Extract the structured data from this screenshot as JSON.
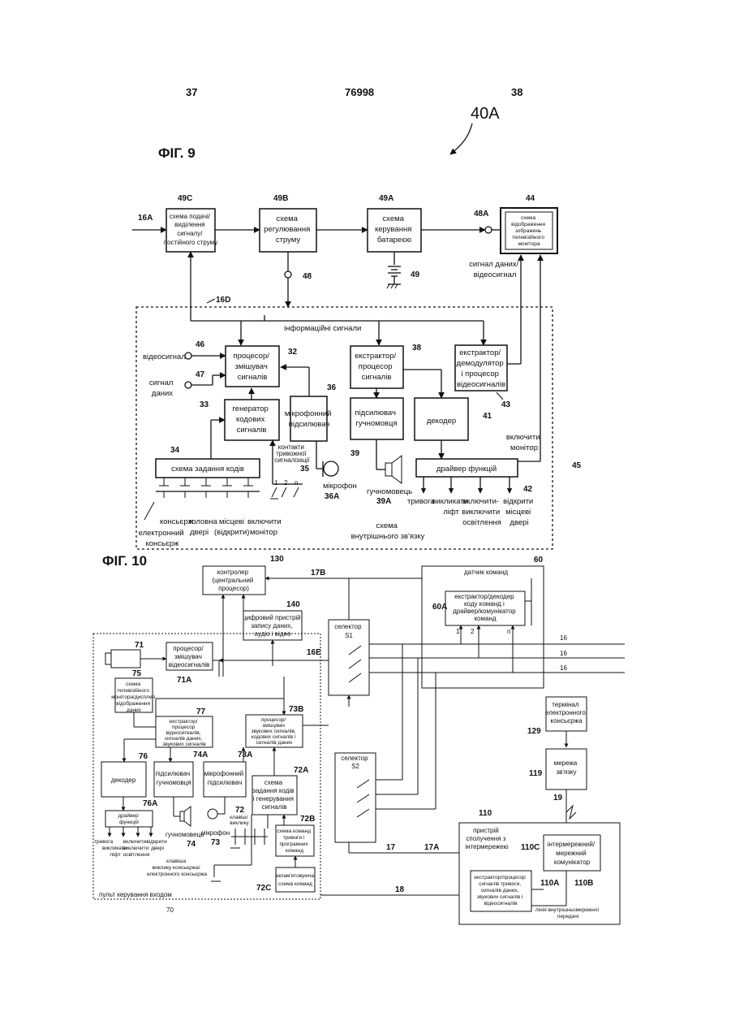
{
  "header": {
    "page_left": "37",
    "patent_no": "76998",
    "page_right": "38",
    "figure_ref": "40A"
  },
  "fig9": {
    "title": "ФІГ. 9",
    "refs": {
      "r49C": "49C",
      "r49B": "49B",
      "r49A": "49A",
      "r44": "44",
      "r16A": "16A",
      "r48A": "48A",
      "r48": "48",
      "r49": "49",
      "r16D": "16D",
      "r46": "46",
      "r32": "32",
      "r47": "47",
      "r38": "38",
      "r36": "36",
      "r33": "33",
      "r43": "43",
      "r41": "41",
      "r34": "34",
      "r39": "39",
      "r35": "35",
      "r36A": "36A",
      "r39A": "39A",
      "r42": "42",
      "r45": "45"
    },
    "boxes": {
      "b49C": [
        "схема подачі/",
        "виділення",
        "сигналу/",
        "постійного струму"
      ],
      "b49B": [
        "схема",
        "регулювання",
        "струму"
      ],
      "b49A": [
        "схема",
        "керування",
        "батареєю"
      ],
      "b44": [
        "схема",
        "відображення",
        "зображень",
        "телевізійного",
        "монітора"
      ],
      "b32": [
        "процесор/",
        "змішувач",
        "сигналів"
      ],
      "b38": [
        "екстрактор/",
        "процесор",
        "сигналів"
      ],
      "b43": [
        "екстрактор/",
        "демодулятор",
        "і процесор",
        "відеосигналів"
      ],
      "b33": [
        "генератор",
        "кодових",
        "сигналів"
      ],
      "b36": [
        "мікрофонний",
        "підсилювач"
      ],
      "b39amp": [
        "підсилювач",
        "гучномовця"
      ],
      "b41": [
        "декодер"
      ],
      "b34": [
        "схема задання кодів"
      ],
      "b42": [
        "драйвер функцій"
      ]
    },
    "labels": {
      "data_video": [
        "сигнал даних/",
        "відеосигнал"
      ],
      "info_signals": "інформаційні сигнали",
      "video_signal": "відеосигнал",
      "data_signal": [
        "сигнал",
        "даних"
      ],
      "enable_monitor": [
        "включити",
        "монітор"
      ],
      "contacts": [
        "контакти",
        "тривожної",
        "сигналізації"
      ],
      "switch_nums": [
        "1",
        "2",
        "n"
      ],
      "microphone": "мікрофон",
      "speaker": "гучномовець",
      "key_labels": [
        "консьєрж",
        "головна",
        "місцеві",
        "включити"
      ],
      "key_labels2": [
        "двері",
        "(відкрити)",
        "монітор"
      ],
      "electronic_concierge": [
        "електронний",
        "консьєрж"
      ],
      "outputs": [
        "тривога",
        "викликати",
        "ліфт",
        "включити-",
        "виключити",
        "освітлення",
        "відкрити",
        "місцеві",
        "двері"
      ],
      "intercom": [
        "схема",
        "внутрішнього зв'язку"
      ]
    }
  },
  "fig10": {
    "title": "ФІГ. 10",
    "refs": {
      "r130": "130",
      "r17B": "17B",
      "r60": "60",
      "r140": "140",
      "r60A": "60A",
      "r71": "71",
      "r71A": "71A",
      "r16E": "16E",
      "r16a": "16",
      "r16b": "16",
      "r16c": "16",
      "r75": "75",
      "r77": "77",
      "r73B": "73B",
      "r74A": "74A",
      "r73A": "73A",
      "r72A": "72A",
      "r76": "76",
      "r76A": "76A",
      "r72": "72",
      "r72B": "72B",
      "r74": "74",
      "r73": "73",
      "r129": "129",
      "r119": "119",
      "r19": "19",
      "r110": "110",
      "r110C": "110C",
      "r17": "17",
      "r17A": "17A",
      "r18": "18",
      "r110A": "110A",
      "r110B": "110B",
      "r72C": "72C",
      "r70": "70"
    },
    "boxes": {
      "b130": [
        "контролер",
        "(центральний",
        "процесор)"
      ],
      "b140": [
        "цифровий пристрій",
        "запису даних,",
        "аудіо і відео"
      ],
      "bS1": [
        "селектор",
        "S1"
      ],
      "bS2": [
        "селектор",
        "S2"
      ],
      "b60A": [
        "екстрактор/декодер",
        "коду команд і",
        "драйвер/комунікатор",
        "команд"
      ],
      "b71A": [
        "процесор/",
        "змішувач",
        "відеосигналів"
      ],
      "b75": [
        "схема",
        "телевізійного",
        "монітора/дисплея",
        "відображення",
        "даних"
      ],
      "b77": [
        "екстрактор/",
        "процесор",
        "відеосигналів,",
        "сигналів даних,",
        "звукових сигналів"
      ],
      "b73B": [
        "процесор/",
        "змішувач",
        "звукових сигналів,",
        "кодових сигналів і",
        "сигналів даних"
      ],
      "b76": [
        "декодер"
      ],
      "b74A": [
        "підсилювач",
        "гучномовця"
      ],
      "b73A": [
        "мікрофонний",
        "підсилювач"
      ],
      "b72A": [
        "схема",
        "задання кодів",
        "і генерування",
        "сигналів"
      ],
      "b76A": [
        "драйвер",
        "функцій"
      ],
      "b72B": [
        "схема команд",
        "тривоги і",
        "програмних",
        "команд"
      ],
      "b72C": [
        "запам'ятовуюча",
        "схема команд"
      ],
      "b129": [
        "термінал",
        "електронного",
        "консьєржа"
      ],
      "b119": [
        "мережа",
        "зв'язку"
      ],
      "b110C": [
        "інтермережний/",
        "мережний",
        "комунікатор"
      ],
      "b110A": [
        "екстрактор/процесор",
        "сигналів тривоги,",
        "сигналів даних,",
        "звукових сигналів і",
        "відеосигналів"
      ]
    },
    "labels": {
      "command_sensor": "датчик команд",
      "sel_nums": [
        "1",
        "2",
        "n"
      ],
      "call_keys": [
        "клавіші",
        "виклику"
      ],
      "outputs": [
        "тривога",
        "викликати",
        "ліфт",
        "включити-",
        "виключити",
        "освітлення",
        "відкрити",
        "двері"
      ],
      "speaker": "гучномовець",
      "microphone": "мікрофон",
      "concierge_key": [
        "клавіша",
        "виклику консьєржа/",
        "електронного консьєржа"
      ],
      "entry_panel": "пульт керування входом",
      "internet_device": [
        "пристрій",
        "сполучення з",
        "інтермережею"
      ],
      "intercom_line": [
        "лінія внутрішньомережної",
        "передачі"
      ]
    }
  }
}
